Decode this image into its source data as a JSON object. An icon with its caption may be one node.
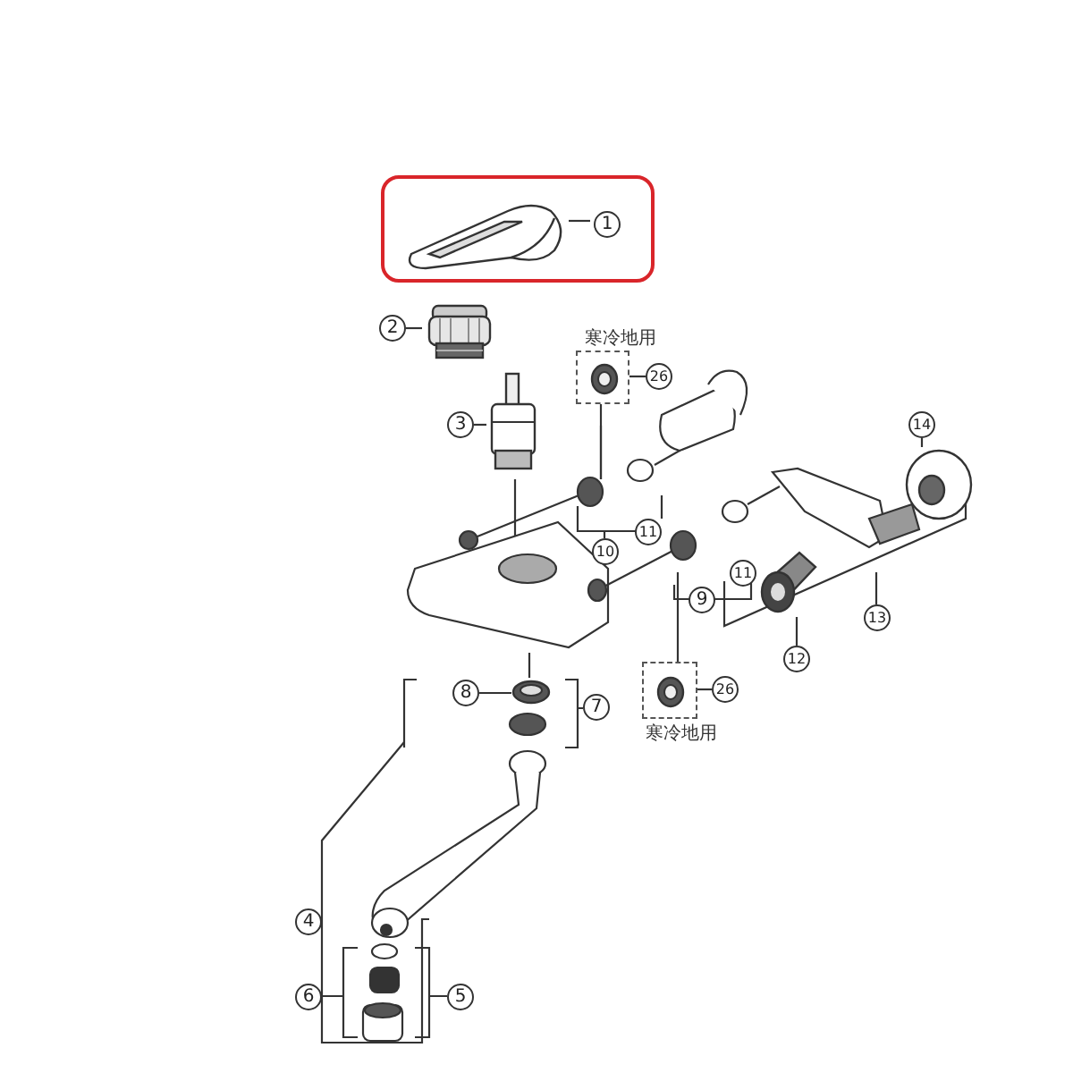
{
  "diagram": {
    "nodes": [
      {
        "text": [],
        "shape": "box"
      },
      {
        "text": [],
        "shape": "picture",
        "in": 0
      },
      {
        "text": [
          "1"
        ],
        "in": 0
      },
      {
        "text": [],
        "shape": "picture"
      },
      {
        "text": [
          "2"
        ]
      },
      {
        "text": [],
        "shape": "picture"
      },
      {
        "text": [
          "3"
        ]
      },
      {
        "text": [],
        "shape": "box",
        "beside": [
          "寒冷地用"
        ]
      },
      {
        "text": [],
        "shape": "picture",
        "in": 7
      },
      {
        "text": [
          "26"
        ]
      },
      {
        "text": [],
        "shape": "box",
        "beside": [
          "寒冷地用"
        ]
      },
      {
        "text": [],
        "shape": "picture",
        "in": 10
      },
      {
        "text": [
          "26"
        ]
      },
      {
        "text": [],
        "shape": "picture"
      },
      {
        "text": [
          "8"
        ]
      },
      {
        "text": [],
        "shape": "picture"
      },
      {
        "text": [
          "12"
        ]
      },
      {
        "text": [],
        "shape": "picture"
      },
      {
        "text": [
          "14"
        ]
      },
      {
        "text": [
          "11"
        ]
      },
      {
        "text": [
          "10"
        ]
      },
      {
        "text": [
          "11"
        ]
      },
      {
        "text": [
          "9"
        ]
      },
      {
        "text": [
          "13"
        ]
      },
      {
        "text": [
          "7"
        ]
      },
      {
        "text": [
          "4"
        ]
      },
      {
        "text": [
          "6"
        ]
      },
      {
        "text": [
          "5"
        ]
      }
    ],
    "edges": [
      {
        "from": 2,
        "to": 1,
        "arrow": "none"
      },
      {
        "from": 4,
        "to": 3,
        "arrow": "none"
      },
      {
        "from": 6,
        "to": 5,
        "arrow": "none"
      },
      {
        "from": 9,
        "to": 7,
        "arrow": "none"
      },
      {
        "from": 12,
        "to": 10,
        "arrow": "none"
      },
      {
        "from": 14,
        "to": 13,
        "arrow": "none"
      },
      {
        "from": 16,
        "to": 15,
        "arrow": "none"
      },
      {
        "from": 18,
        "to": 17,
        "arrow": "none"
      }
    ]
  }
}
